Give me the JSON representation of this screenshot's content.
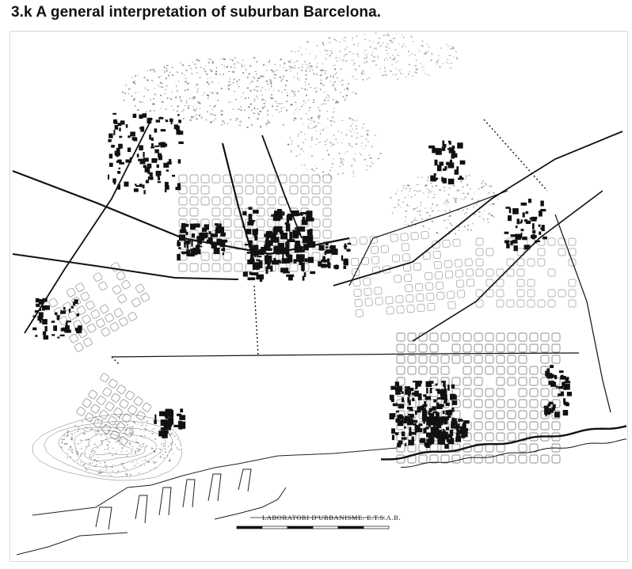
{
  "figure": {
    "caption": "3.k A general interpretation of suburban Barcelona."
  },
  "map": {
    "subject": "Figure-ground plan of suburban Barcelona",
    "credit": "LABORATORI D'URBANISME. E.T.S.A.B.",
    "ink_color": "#111111",
    "paper_color": "#ffffff"
  }
}
